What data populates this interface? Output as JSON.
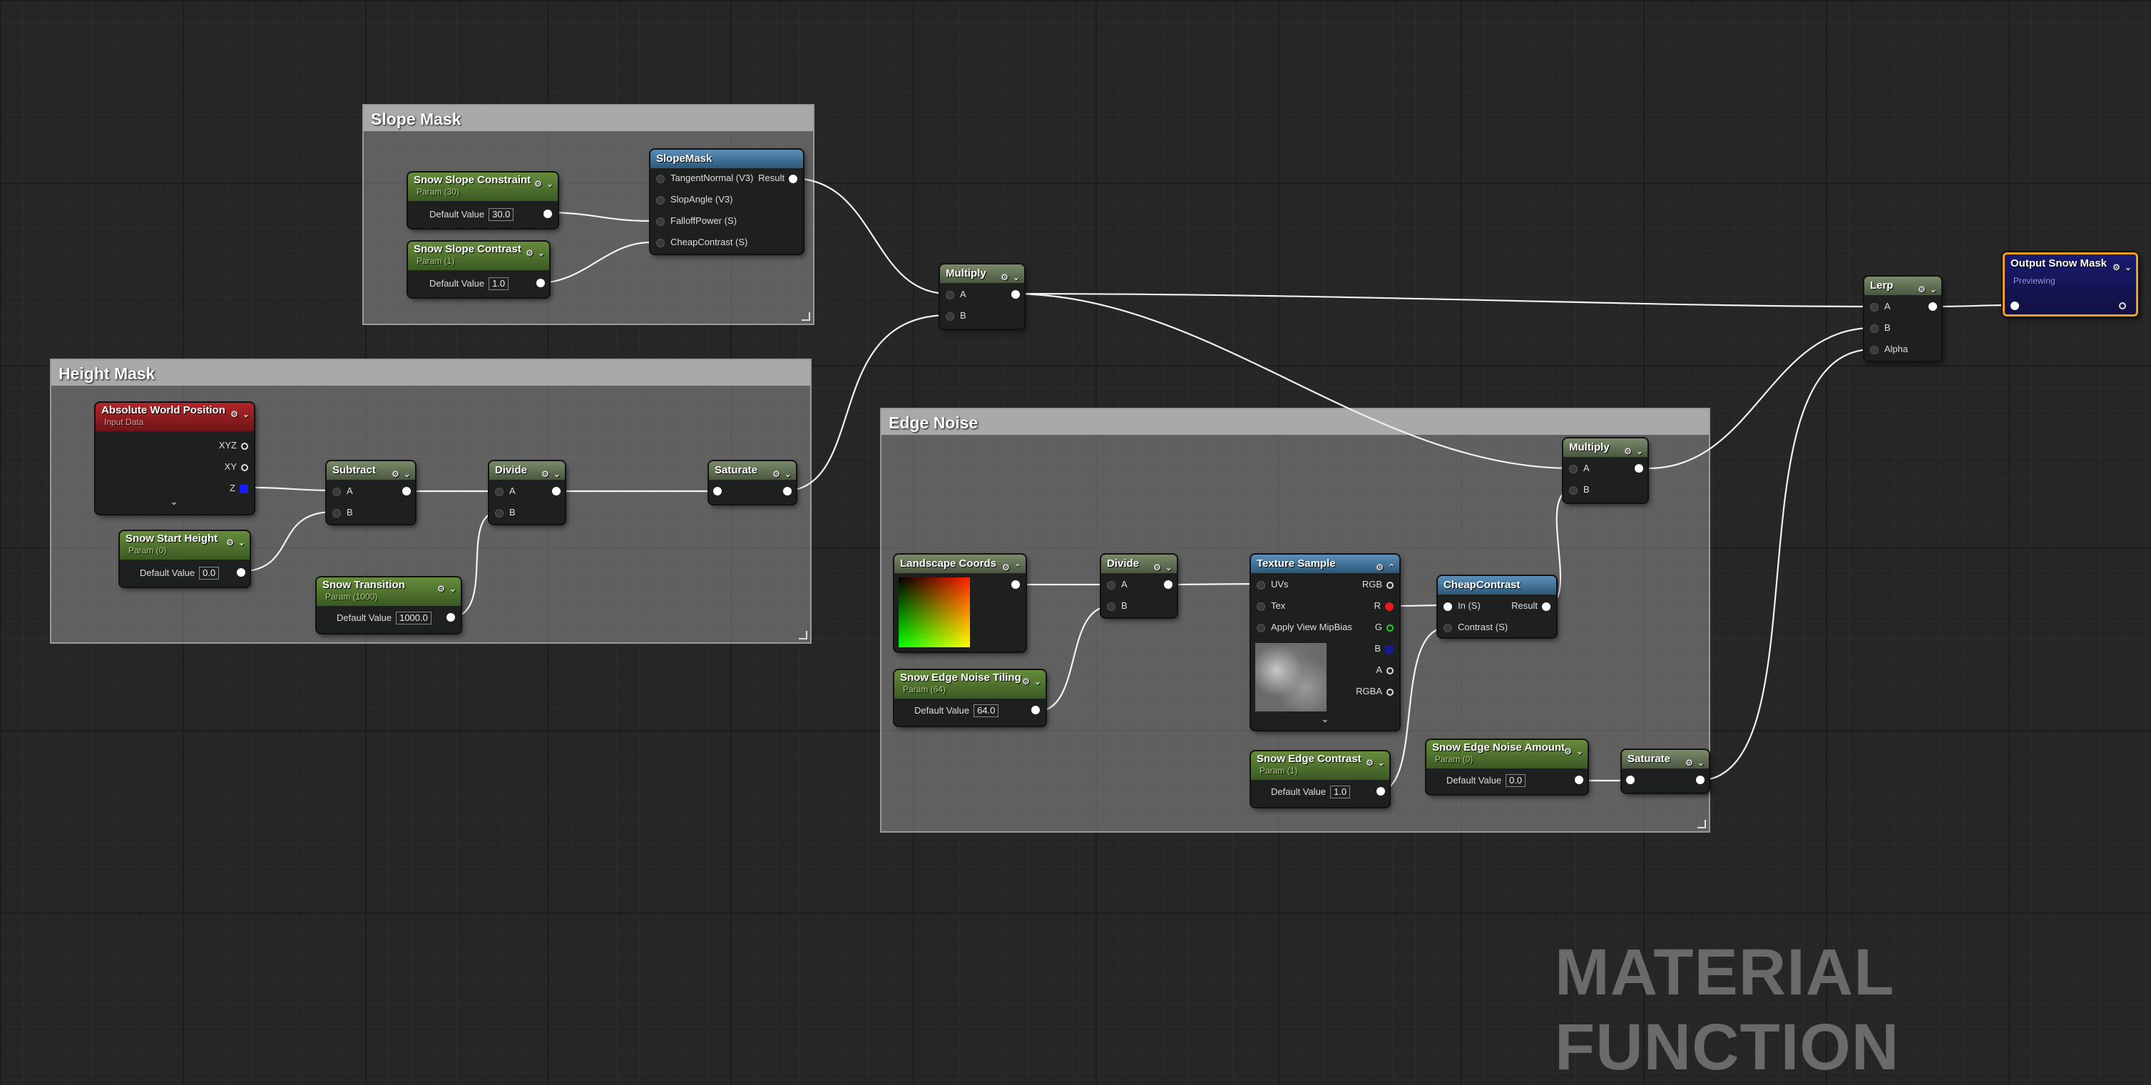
{
  "comments": {
    "slope": {
      "title": "Slope Mask"
    },
    "height": {
      "title": "Height Mask"
    },
    "edge": {
      "title": "Edge Noise"
    }
  },
  "controls": {
    "gear": "⚙",
    "chevron": "⌄"
  },
  "nodes": {
    "snow_slope_constraint": {
      "title": "Snow Slope Constraint",
      "subtitle": "Param (30)",
      "label": "Default Value",
      "value": "30.0"
    },
    "snow_slope_contrast": {
      "title": "Snow Slope Contrast",
      "subtitle": "Param (1)",
      "label": "Default Value",
      "value": "1.0"
    },
    "slopemask": {
      "title": "SlopeMask",
      "pins": [
        "TangentNormal (V3)",
        "SlopAngle (V3)",
        "FalloffPower (S)",
        "CheapContrast (S)"
      ],
      "out": "Result"
    },
    "multiply1": {
      "title": "Multiply",
      "a": "A",
      "b": "B"
    },
    "abs_world_pos": {
      "title": "Absolute World Position",
      "subtitle": "Input Data",
      "outs": [
        "XYZ",
        "XY",
        "Z"
      ]
    },
    "subtract": {
      "title": "Subtract",
      "a": "A",
      "b": "B"
    },
    "divide1": {
      "title": "Divide",
      "a": "A",
      "b": "B"
    },
    "saturate1": {
      "title": "Saturate"
    },
    "snow_start_height": {
      "title": "Snow Start Height",
      "subtitle": "Param (0)",
      "label": "Default Value",
      "value": "0.0"
    },
    "snow_transition": {
      "title": "Snow Transition",
      "subtitle": "Param (1000)",
      "label": "Default Value",
      "value": "1000.0"
    },
    "landscape_coords": {
      "title": "Landscape Coords"
    },
    "divide2": {
      "title": "Divide",
      "a": "A",
      "b": "B"
    },
    "texture_sample": {
      "title": "Texture Sample",
      "ins": [
        "UVs",
        "Tex",
        "Apply View MipBias"
      ],
      "outs": [
        "RGB",
        "R",
        "G",
        "B",
        "A",
        "RGBA"
      ]
    },
    "cheapcontrast": {
      "title": "CheapContrast",
      "in": "In (S)",
      "contrast": "Contrast (S)",
      "out": "Result"
    },
    "snow_edge_noise_tiling": {
      "title": "Snow Edge Noise Tiling",
      "subtitle": "Param (64)",
      "label": "Default Value",
      "value": "64.0"
    },
    "snow_edge_contrast": {
      "title": "Snow Edge Contrast",
      "subtitle": "Param (1)",
      "label": "Default Value",
      "value": "1.0"
    },
    "snow_edge_noise_amount": {
      "title": "Snow Edge Noise Amount",
      "subtitle": "Param (0)",
      "label": "Default Value",
      "value": "0.0"
    },
    "saturate2": {
      "title": "Saturate"
    },
    "multiply2": {
      "title": "Multiply",
      "a": "A",
      "b": "B"
    },
    "lerp": {
      "title": "Lerp",
      "a": "A",
      "b": "B",
      "alpha": "Alpha"
    },
    "output": {
      "title": "Output Snow Mask",
      "subtitle": "Previewing"
    }
  },
  "watermark": "MATERIAL FUNCTION",
  "colors": {
    "param_header": "#5a7f34",
    "function_header": "#3d6a8f",
    "input_header": "#9a1f24",
    "output_border": "#f0a020",
    "output_header": "#1a1a70"
  }
}
